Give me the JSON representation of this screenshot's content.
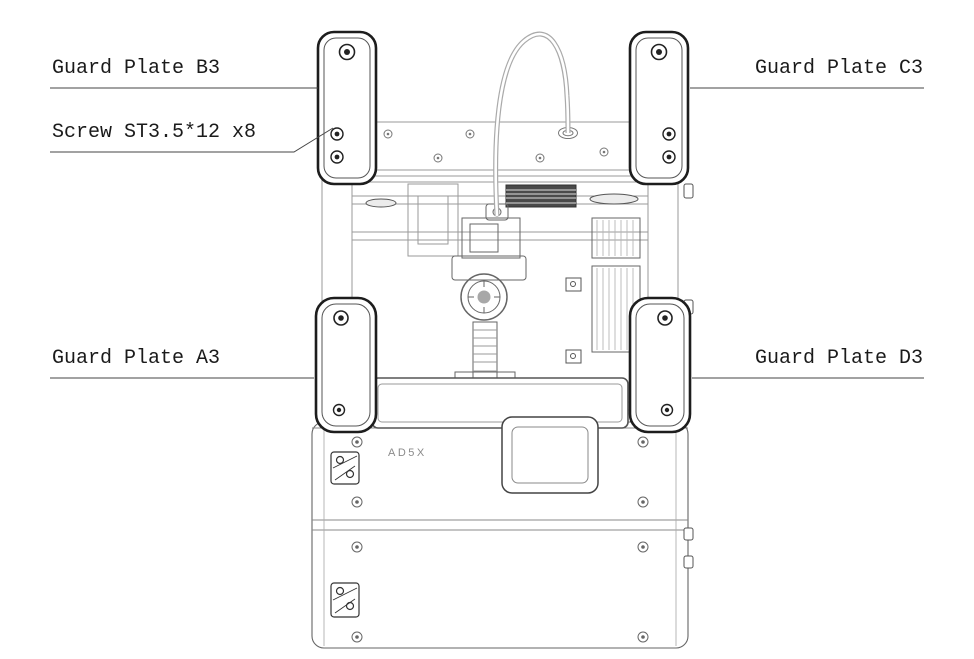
{
  "diagram": {
    "title_hint": "3D printer guard plate assembly diagram",
    "callouts": {
      "b3": {
        "label": "Guard Plate B3"
      },
      "screw": {
        "label": "Screw ST3.5*12 x8"
      },
      "a3": {
        "label": "Guard Plate A3"
      },
      "c3": {
        "label": "Guard Plate C3"
      },
      "d3": {
        "label": "Guard Plate D3"
      }
    },
    "printer_model_label": "AD5X",
    "line_color": "#444444",
    "text_color": "#1b1b1b",
    "background_color": "#ffffff"
  }
}
